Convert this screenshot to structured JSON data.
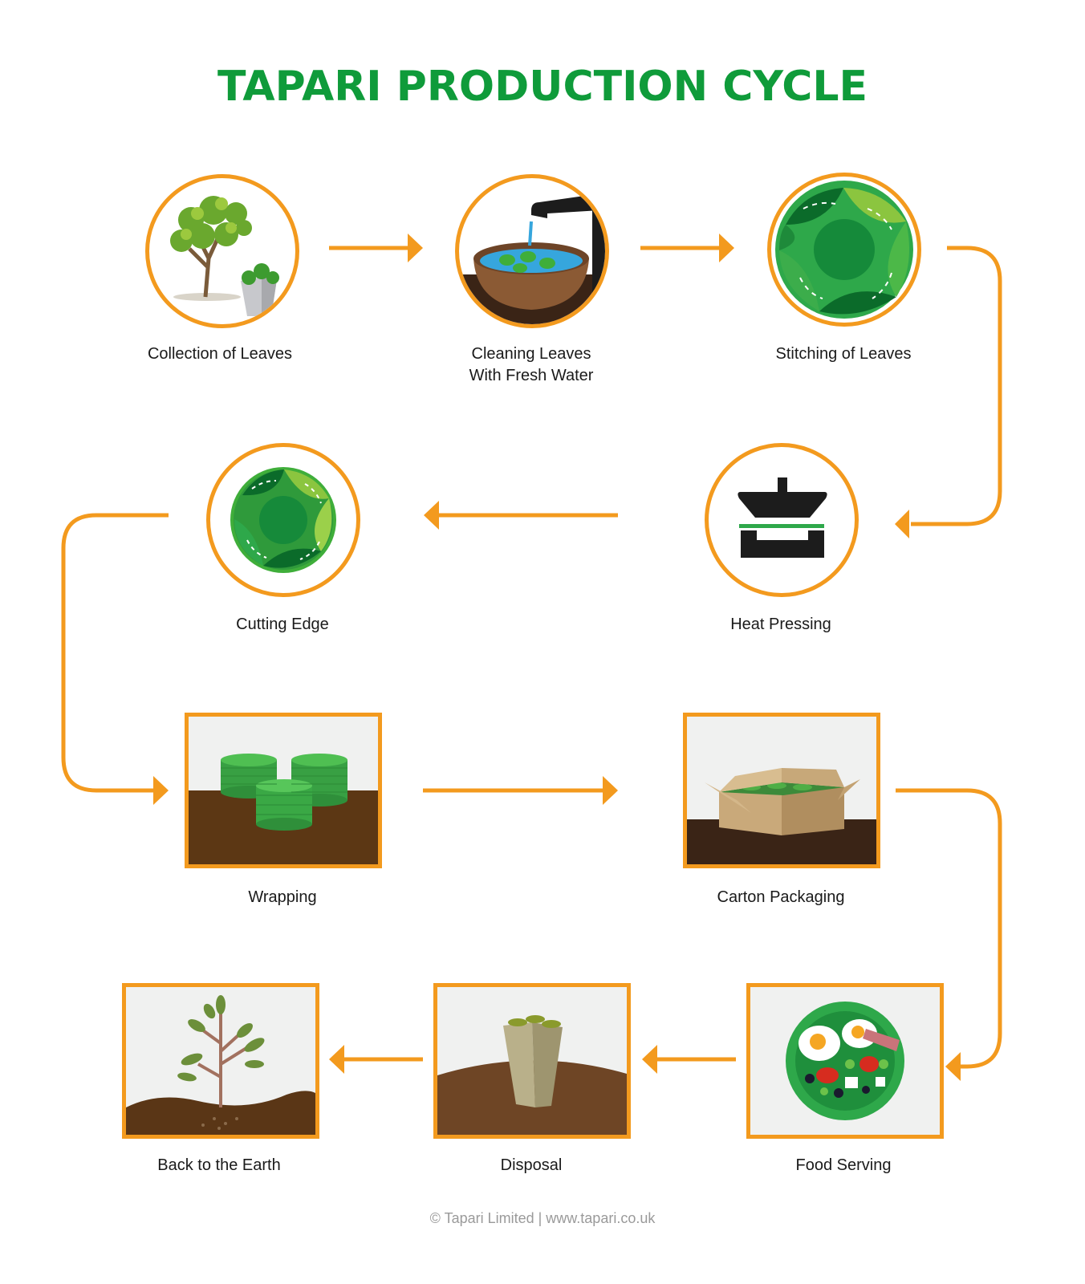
{
  "title": "TAPARI PRODUCTION CYCLE",
  "footer": "© Tapari Limited | www.tapari.co.uk",
  "colors": {
    "title": "#0f9b3a",
    "accent": "#f39a1e",
    "footer": "#9a9a9a"
  },
  "stages": [
    {
      "label": "Collection of Leaves",
      "icon": "tree-icon"
    },
    {
      "label": "Cleaning Leaves\nWith Fresh Water",
      "icon": "washing-bowl-icon"
    },
    {
      "label": "Stitching of Leaves",
      "icon": "stitched-leaves-icon"
    },
    {
      "label": "Heat Pressing",
      "icon": "heat-press-icon"
    },
    {
      "label": "Cutting Edge",
      "icon": "cut-plate-icon"
    },
    {
      "label": "Wrapping",
      "icon": "plate-stacks-icon"
    },
    {
      "label": "Carton Packaging",
      "icon": "carton-box-icon"
    },
    {
      "label": "Food Serving",
      "icon": "food-plate-icon"
    },
    {
      "label": "Disposal",
      "icon": "disposal-bin-icon"
    },
    {
      "label": "Back to the Earth",
      "icon": "sapling-icon"
    }
  ]
}
